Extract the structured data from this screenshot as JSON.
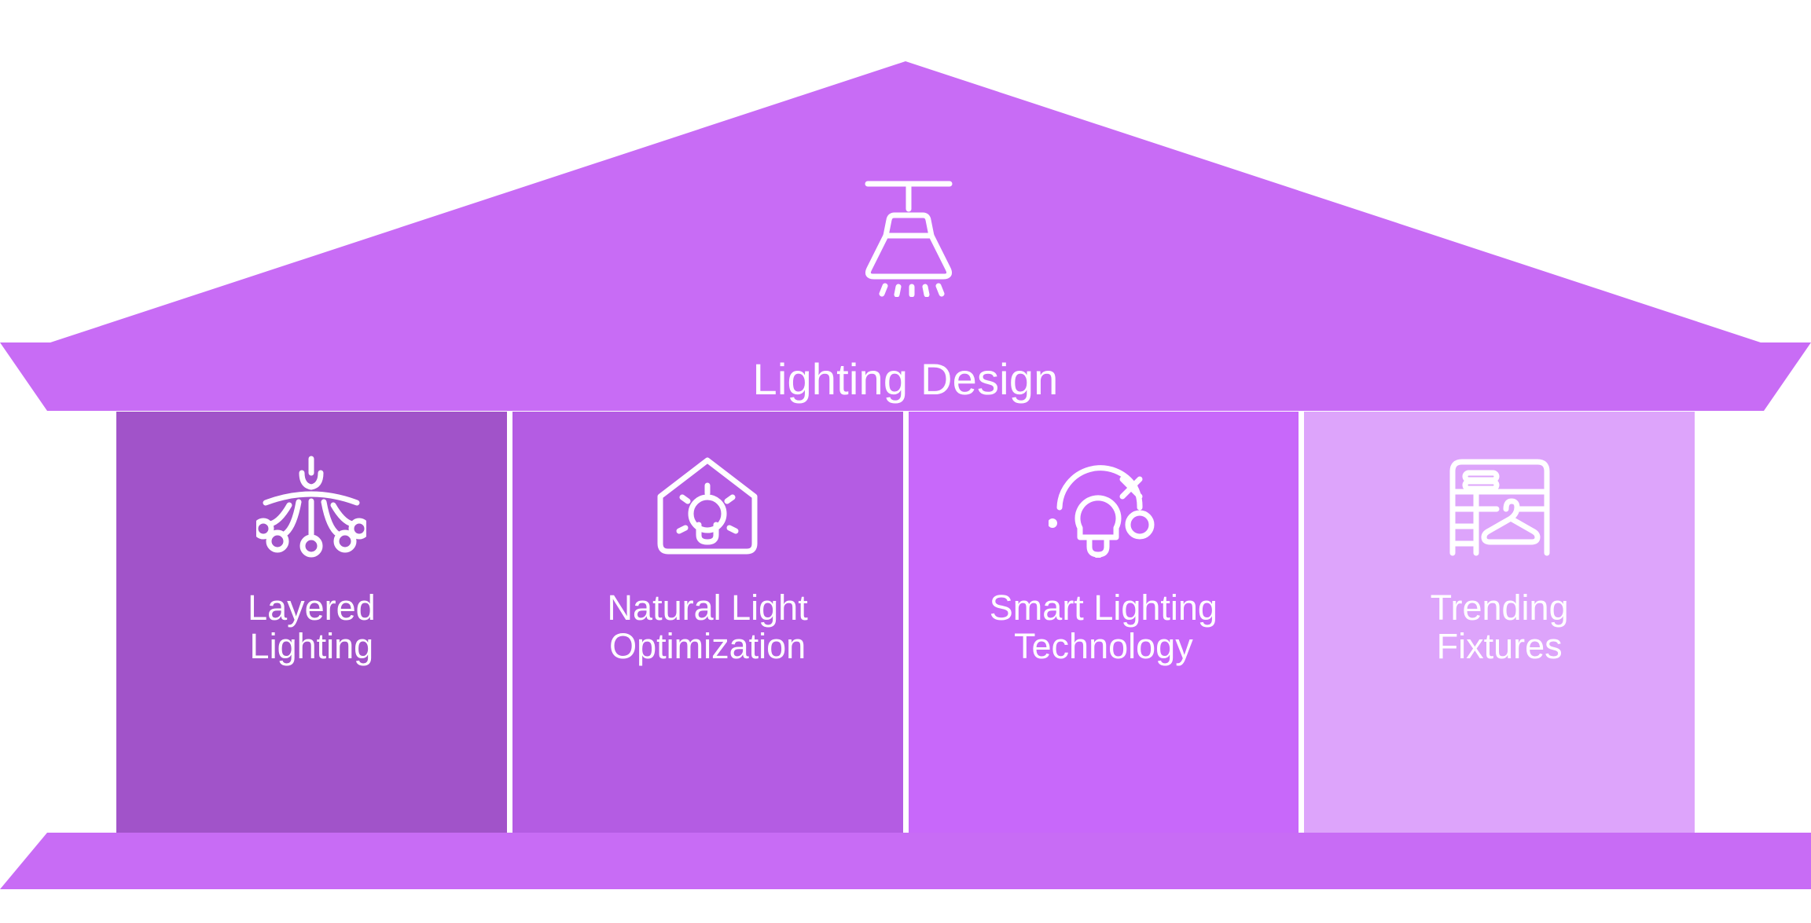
{
  "diagram": {
    "type": "temple-pillars",
    "title": "Lighting Design",
    "roof_icon": "pendant-light-icon",
    "colors": {
      "roof": "#c86cf5",
      "base": "#c86cf5",
      "column_1": "#a153c9",
      "column_2": "#b45ce3",
      "column_3": "#c868fa",
      "column_4": "#dda4fb",
      "text": "#ffffff",
      "background": "#ffffff"
    },
    "columns": [
      {
        "label": "Layered Lighting",
        "line1": "Layered",
        "line2": "Lighting",
        "icon": "chandelier-icon",
        "color": "#a153c9"
      },
      {
        "label": "Natural Light Optimization",
        "line1": "Natural Light",
        "line2": "Optimization",
        "icon": "house-lightbulb-icon",
        "color": "#b45ce3"
      },
      {
        "label": "Smart Lighting Technology",
        "line1": "Smart Lighting",
        "line2": "Technology",
        "icon": "smart-bulb-icon",
        "color": "#c868fa"
      },
      {
        "label": "Trending Fixtures",
        "line1": "Trending",
        "line2": "Fixtures",
        "icon": "closet-organizer-icon",
        "color": "#dda4fb"
      }
    ]
  }
}
